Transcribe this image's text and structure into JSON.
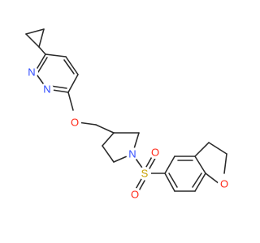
{
  "molecule": {
    "atoms": {
      "N1": "N",
      "N2": "N",
      "O_ether": "O",
      "N_pyrrolidine": "N",
      "S": "S",
      "O_sulfonyl_top": "O",
      "O_sulfonyl_bottom": "O",
      "O_furan": "O"
    },
    "colors": {
      "nitrogen": "#2f4bff",
      "oxygen": "#ff2a1a",
      "sulfur": "#c8a000",
      "bond": "#2a2a2a"
    }
  }
}
